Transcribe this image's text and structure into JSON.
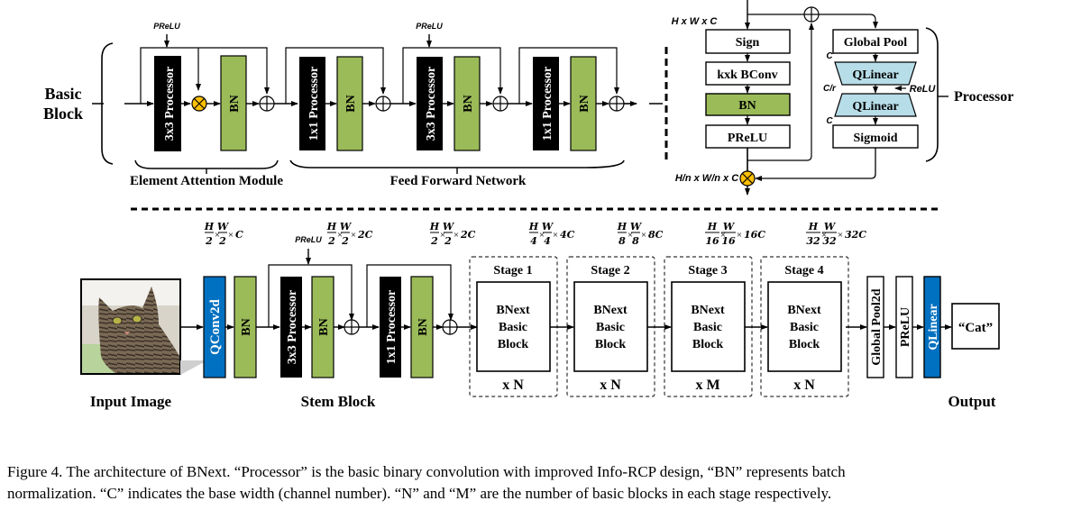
{
  "colors": {
    "bn_green": "#9bbb59",
    "processor_black": "#000000",
    "qconv_blue": "#0070c0",
    "qlinear_lightblue": "#b7dde8",
    "multiply_orange": "#ffc000"
  },
  "basic_block": {
    "label_line1": "Basic",
    "label_line2": "Block",
    "prelu_labels": [
      "PReLU",
      "PReLU"
    ],
    "eam": {
      "processor": "3x3 Processor",
      "bn": "BN",
      "label": "Element Attention Module"
    },
    "ffn": {
      "units": [
        {
          "processor": "1x1 Processor",
          "bn": "BN"
        },
        {
          "processor": "3x3 Processor",
          "bn": "BN"
        },
        {
          "processor": "1x1 Processor",
          "bn": "BN"
        }
      ],
      "label": "Feed Forward Network"
    }
  },
  "processor_detail": {
    "input_dim": "H x W x C",
    "output_dim": "H/n x W/n x C",
    "left_chain": [
      "Sign",
      "kxk BConv",
      "BN",
      "PReLU"
    ],
    "right_chain": {
      "global_pool": "Global Pool",
      "qlinear1": "QLinear",
      "qlinear2": "QLinear",
      "sigmoid": "Sigmoid",
      "dim_c1": "C",
      "dim_cr": "C/r",
      "dim_c2": "C",
      "relu": "ReLU"
    },
    "label": "Processor"
  },
  "network": {
    "input_label": "Input Image",
    "qconv": "QConv2d",
    "bn": "BN",
    "stem": {
      "prelu": "PReLU",
      "processor1": "3x3 Processor",
      "bn1": "BN",
      "processor2": "1x1 Processor",
      "bn2": "BN",
      "label": "Stem Block"
    },
    "dims": [
      {
        "h": "H",
        "hd": "2",
        "w": "W",
        "wd": "2",
        "c": "C"
      },
      {
        "h": "H",
        "hd": "2",
        "w": "W",
        "wd": "2",
        "c": "2C"
      },
      {
        "h": "H",
        "hd": "2",
        "w": "W",
        "wd": "2",
        "c": "2C"
      },
      {
        "h": "H",
        "hd": "4",
        "w": "W",
        "wd": "4",
        "c": "4C"
      },
      {
        "h": "H",
        "hd": "8",
        "w": "W",
        "wd": "8",
        "c": "8C"
      },
      {
        "h": "H",
        "hd": "16",
        "w": "W",
        "wd": "16",
        "c": "16C"
      },
      {
        "h": "H",
        "hd": "32",
        "w": "W",
        "wd": "32",
        "c": "32C"
      }
    ],
    "stages": [
      {
        "title": "Stage 1",
        "line1": "BNext",
        "line2": "Basic",
        "line3": "Block",
        "repeat": "x N"
      },
      {
        "title": "Stage 2",
        "line1": "BNext",
        "line2": "Basic",
        "line3": "Block",
        "repeat": "x N"
      },
      {
        "title": "Stage 3",
        "line1": "BNext",
        "line2": "Basic",
        "line3": "Block",
        "repeat": "x M"
      },
      {
        "title": "Stage 4",
        "line1": "BNext",
        "line2": "Basic",
        "line3": "Block",
        "repeat": "x N"
      }
    ],
    "head": {
      "pool": "Global Pool2d",
      "prelu": "PReLU",
      "qlinear": "QLinear",
      "result": "“Cat”",
      "output_label": "Output"
    }
  },
  "caption": {
    "line1": "Figure 4. The architecture of BNext. “Processor” is the basic binary convolution with improved Info-RCP design, “BN” represents batch",
    "line2": "normalization. “C” indicates the base width (channel number). “N” and “M” are the number of basic blocks in each stage respectively."
  }
}
